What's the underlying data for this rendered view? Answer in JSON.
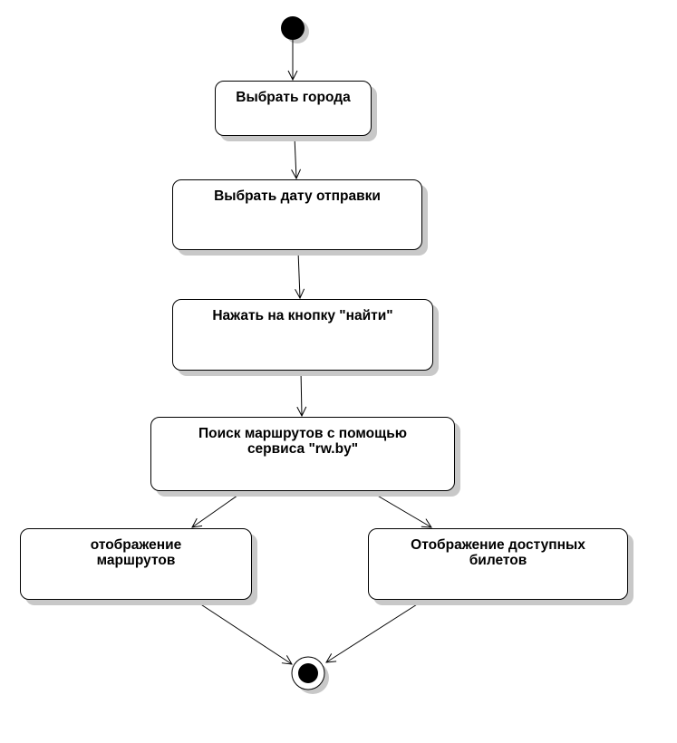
{
  "diagram": {
    "colors": {
      "line": "#000000",
      "shadow": "#c8c8c8",
      "fill": "#ffffff"
    },
    "activities": {
      "select_cities": {
        "label": "Выбрать города"
      },
      "select_date": {
        "label": "Выбрать дату отправки"
      },
      "press_find": {
        "label": "Нажать на кнопку \"найти\""
      },
      "search_routes": {
        "line1": "Поиск маршрутов с помощью",
        "line2": "сервиса \"rw.by\""
      },
      "show_routes": {
        "line1": "отображение",
        "line2": "маршрутов"
      },
      "show_tickets": {
        "line1": "Отображение доступных",
        "line2": "билетов"
      }
    }
  }
}
